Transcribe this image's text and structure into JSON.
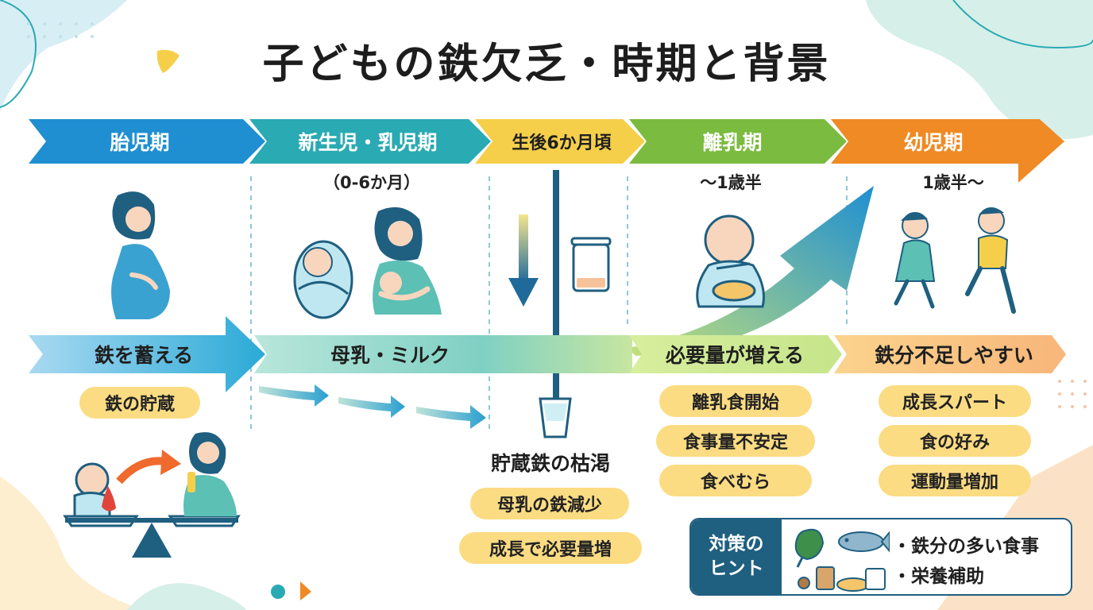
{
  "title": "子どもの鉄欠乏・時期と背景",
  "stages": [
    {
      "label": "胎児期",
      "sub": "",
      "color": "#1f8fd1"
    },
    {
      "label": "新生児・乳児期",
      "sub": "（0-6か月）",
      "color": "#2aaab3"
    },
    {
      "label": "生後6か月頃",
      "sub": "",
      "color": "#f5cf4a"
    },
    {
      "label": "離乳期",
      "sub": "〜1歳半",
      "color": "#7bbb3f"
    },
    {
      "label": "幼児期",
      "sub": "1歳半〜",
      "color": "#ef8a25"
    }
  ],
  "bands": [
    {
      "label": "鉄を蓄える"
    },
    {
      "label": "母乳・ミルク"
    },
    {
      "label": "必要量が増える"
    },
    {
      "label": "鉄分不足しやすい"
    }
  ],
  "details": {
    "fetal": [
      "鉄の貯蔵"
    ],
    "depletion_title": "貯蔵鉄の枯渇",
    "depletion": [
      "母乳の鉄減少",
      "成長で必要量増"
    ],
    "weaning": [
      "離乳食開始",
      "食事量不安定",
      "食べむら"
    ],
    "toddler": [
      "成長スパート",
      "食の好み",
      "運動量増加"
    ]
  },
  "hint": {
    "title_line1": "対策の",
    "title_line2": "ヒント",
    "items": [
      "・鉄分の多い食事",
      "・栄養補助"
    ]
  },
  "colors": {
    "fetal": "#1f8fd1",
    "infant": "#2aaab3",
    "six_month": "#f5cf4a",
    "weaning": "#7bbb3f",
    "toddler": "#ef8a25",
    "pill": "#fbdc83",
    "navy": "#1f5f80"
  },
  "icons": [
    "pregnant-woman-icon",
    "swaddled-baby-icon",
    "nursing-mother-icon",
    "down-arrow-icon",
    "jar-icon",
    "baby-eating-icon",
    "running-children-icon",
    "baby-scale-icon",
    "spinach-icon",
    "fish-icon",
    "supplement-icon"
  ]
}
